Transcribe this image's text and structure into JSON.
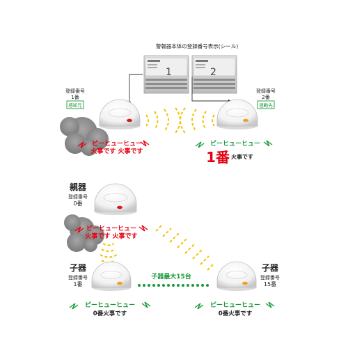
{
  "top_section": {
    "sticker_caption": "警報器本体の登録番号表示(シール)",
    "sticker_1_number": "1",
    "sticker_2_number": "2",
    "left_unit": {
      "reg_label": "登録番号",
      "reg_number": "1番",
      "role_badge": "感知元",
      "alarm_line_1": "ピーヒューヒュー",
      "alarm_line_2": "火事です 火事です"
    },
    "right_unit": {
      "reg_label": "登録番号",
      "reg_number": "2番",
      "role_badge": "連動先",
      "alarm_line_1": "ピーヒューヒュー",
      "alarm_big": "1番",
      "alarm_suffix": "火事です"
    }
  },
  "bottom_section": {
    "parent_unit": {
      "role": "親器",
      "reg_label": "登録番号",
      "reg_number": "0番",
      "alarm_line_1": "ピーヒューヒュー",
      "alarm_line_2": "火事です 火事です"
    },
    "child_left": {
      "role": "子器",
      "reg_label": "登録番号",
      "reg_number": "1番",
      "alarm_line_1": "ピーヒューヒュー",
      "alarm_line_2": "0番火事です"
    },
    "child_right": {
      "role": "子器",
      "reg_label": "登録番号",
      "reg_number": "15番",
      "alarm_line_1": "ピーヒューヒュー",
      "alarm_line_2": "0番火事です"
    },
    "max_children_label": "子器最大15台"
  },
  "colors": {
    "alarm_red": "#e60012",
    "alarm_green": "#1a9a3a",
    "wave_yellow": "#f2c200",
    "led_red": "#d21818",
    "led_orange": "#f0a020",
    "smoke_gray": "#8c8c8c"
  }
}
